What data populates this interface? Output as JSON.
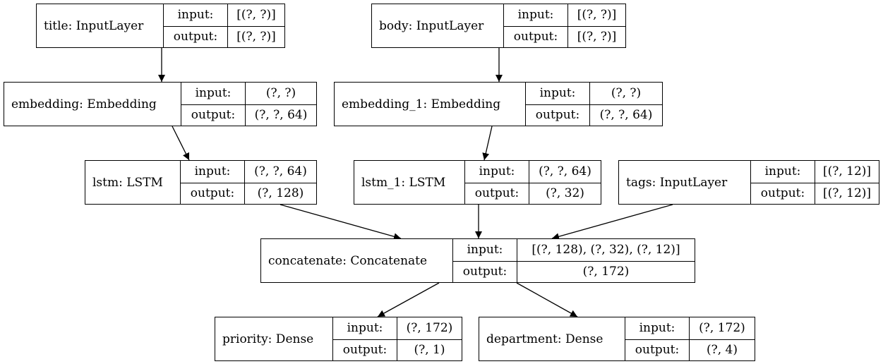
{
  "diagram": {
    "nodes": [
      {
        "id": "title",
        "name": "title: InputLayer",
        "input_label": "input:",
        "input": "[(?, ?)]",
        "output_label": "output:",
        "output": "[(?, ?)]"
      },
      {
        "id": "body",
        "name": "body: InputLayer",
        "input_label": "input:",
        "input": "[(?, ?)]",
        "output_label": "output:",
        "output": "[(?, ?)]"
      },
      {
        "id": "embedding",
        "name": "embedding: Embedding",
        "input_label": "input:",
        "input": "(?, ?)",
        "output_label": "output:",
        "output": "(?, ?, 64)"
      },
      {
        "id": "embedding_1",
        "name": "embedding_1: Embedding",
        "input_label": "input:",
        "input": "(?, ?)",
        "output_label": "output:",
        "output": "(?, ?, 64)"
      },
      {
        "id": "lstm",
        "name": "lstm: LSTM",
        "input_label": "input:",
        "input": "(?, ?, 64)",
        "output_label": "output:",
        "output": "(?, 128)"
      },
      {
        "id": "lstm_1",
        "name": "lstm_1: LSTM",
        "input_label": "input:",
        "input": "(?, ?, 64)",
        "output_label": "output:",
        "output": "(?, 32)"
      },
      {
        "id": "tags",
        "name": "tags: InputLayer",
        "input_label": "input:",
        "input": "[(?, 12)]",
        "output_label": "output:",
        "output": "[(?, 12)]"
      },
      {
        "id": "concatenate",
        "name": "concatenate: Concatenate",
        "input_label": "input:",
        "input": "[(?, 128), (?, 32), (?, 12)]",
        "output_label": "output:",
        "output": "(?, 172)"
      },
      {
        "id": "priority",
        "name": "priority: Dense",
        "input_label": "input:",
        "input": "(?, 172)",
        "output_label": "output:",
        "output": "(?, 1)"
      },
      {
        "id": "department",
        "name": "department: Dense",
        "input_label": "input:",
        "input": "(?, 172)",
        "output_label": "output:",
        "output": "(?, 4)"
      }
    ],
    "edges": [
      {
        "from": "title",
        "to": "embedding"
      },
      {
        "from": "body",
        "to": "embedding_1"
      },
      {
        "from": "embedding",
        "to": "lstm"
      },
      {
        "from": "embedding_1",
        "to": "lstm_1"
      },
      {
        "from": "lstm",
        "to": "concatenate"
      },
      {
        "from": "lstm_1",
        "to": "concatenate"
      },
      {
        "from": "tags",
        "to": "concatenate"
      },
      {
        "from": "concatenate",
        "to": "priority"
      },
      {
        "from": "concatenate",
        "to": "department"
      }
    ]
  }
}
